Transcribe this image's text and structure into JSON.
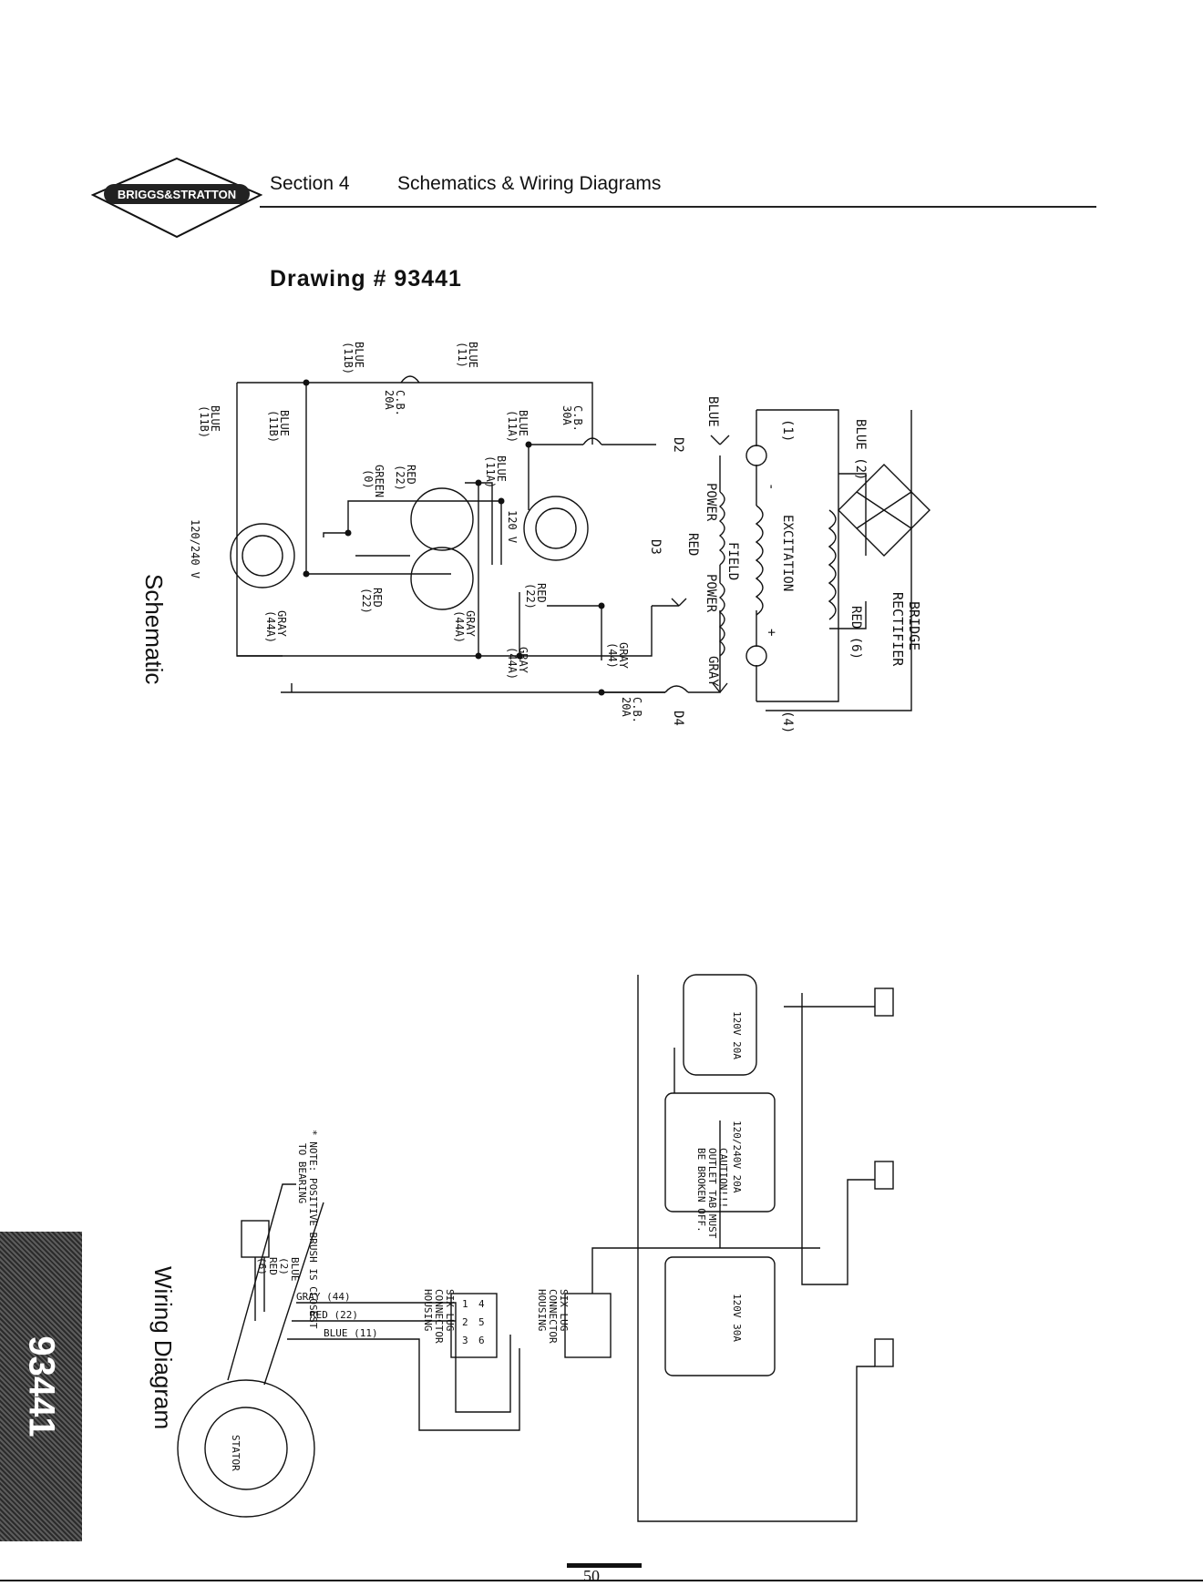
{
  "header": {
    "brand": "BRIGGS&STRATTON",
    "section_label": "Section 4",
    "section_title": "Schematics & Wiring Diagrams",
    "drawing_title": "Drawing # 93441"
  },
  "schematic": {
    "title": "Schematic",
    "labels": {
      "blue": "BLUE",
      "gray": "GRAY",
      "red": "RED",
      "green": "GREEN",
      "w11b": "(11B)",
      "w11": "(11)",
      "w11a": "(11A)",
      "w44a": "(44A)",
      "w44": "(44)",
      "w22": "(22)",
      "w0": "(0)",
      "cb": "C.B.",
      "a20": "20A",
      "a30": "30A",
      "v120_240": "120/240 V",
      "v120": "120 V",
      "d2": "D2",
      "d3": "D3",
      "d4": "D4",
      "power": "POWER",
      "excitation": "EXCITATION",
      "field": "FIELD",
      "bridge": "BRIDGE",
      "rectifier": "RECTIFIER",
      "w1": "(1)",
      "w4": "(4)",
      "blue2": "BLUE (2)",
      "red6": "RED (6)",
      "plus": "+",
      "minus": "-"
    }
  },
  "wiring": {
    "title": "Wiring Diagram",
    "note_line1": "* NOTE: POSITIVE BRUSH IS CLOSEST",
    "note_line2": "TO BEARING",
    "caution_line1": "CAUTION!!!",
    "caution_line2": "OUTLET TAB MUST",
    "caution_line3": "BE BROKEN OFF.",
    "stator": "STATOR",
    "six_lug_1": "SIX LUG",
    "six_lug_2": "CONNECTOR",
    "six_lug_3": "HOUSING",
    "gray44": "GRAY (44)",
    "red22": "RED (22)",
    "blue11": "BLUE (11)",
    "brush_blue": "BLUE",
    "brush_2": "(2)",
    "brush_red": "RED",
    "brush_6": "(6)",
    "lug_1": "1",
    "lug_2": "2",
    "lug_3": "3",
    "lug_4": "4",
    "lug_5": "5",
    "lug_6": "6",
    "rating_120_20": "120V 20A",
    "rating_120_240_20": "120/240V 20A",
    "rating_120_30": "120V 30A"
  },
  "sidebar_code": "93441",
  "page_number": "50"
}
